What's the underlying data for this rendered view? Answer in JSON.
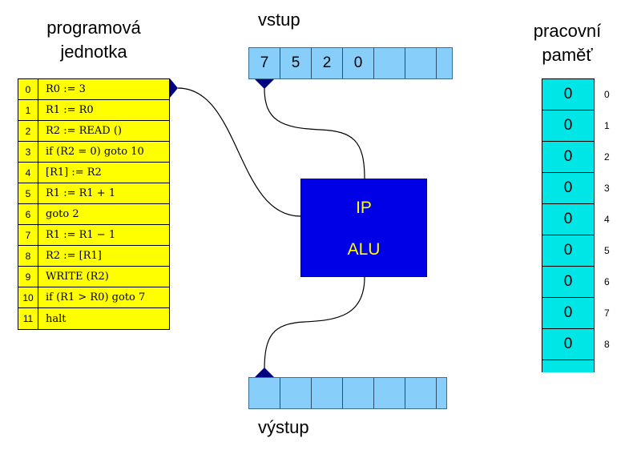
{
  "headings": {
    "program_line1": "programová",
    "program_line2": "jednotka",
    "input": "vstup",
    "output": "výstup",
    "memory_line1": "pracovní",
    "memory_line2": "paměť"
  },
  "program": [
    {
      "index": "0",
      "instruction": "R0 := 3"
    },
    {
      "index": "1",
      "instruction": "R1 := R0"
    },
    {
      "index": "2",
      "instruction": "R2 := READ ()"
    },
    {
      "index": "3",
      "instruction": "if (R2 = 0) goto 10"
    },
    {
      "index": "4",
      "instruction": "[R1] := R2"
    },
    {
      "index": "5",
      "instruction": "R1 := R1 + 1"
    },
    {
      "index": "6",
      "instruction": "goto 2"
    },
    {
      "index": "7",
      "instruction": "R1 := R1 − 1"
    },
    {
      "index": "8",
      "instruction": "R2 := [R1]"
    },
    {
      "index": "9",
      "instruction": "WRITE (R2)"
    },
    {
      "index": "10",
      "instruction": "if (R1 > R0) goto 7"
    },
    {
      "index": "11",
      "instruction": "halt"
    }
  ],
  "input_tape": [
    "7",
    "5",
    "2",
    "0",
    "",
    "",
    ""
  ],
  "output_tape": [
    "",
    "",
    "",
    "",
    "",
    "",
    ""
  ],
  "cpu": {
    "ip": "IP",
    "alu": "ALU"
  },
  "memory": [
    {
      "address": "0",
      "value": "0"
    },
    {
      "address": "1",
      "value": "0"
    },
    {
      "address": "2",
      "value": "0"
    },
    {
      "address": "3",
      "value": "0"
    },
    {
      "address": "4",
      "value": "0"
    },
    {
      "address": "5",
      "value": "0"
    },
    {
      "address": "6",
      "value": "0"
    },
    {
      "address": "7",
      "value": "0"
    },
    {
      "address": "8",
      "value": "0"
    }
  ],
  "colors": {
    "program_bg": "#ffff00",
    "tape_bg": "#87cefa",
    "cpu_bg": "#0000e6",
    "cpu_text": "#ffff00",
    "memory_bg": "#00e5e5",
    "pointer": "#000080"
  }
}
